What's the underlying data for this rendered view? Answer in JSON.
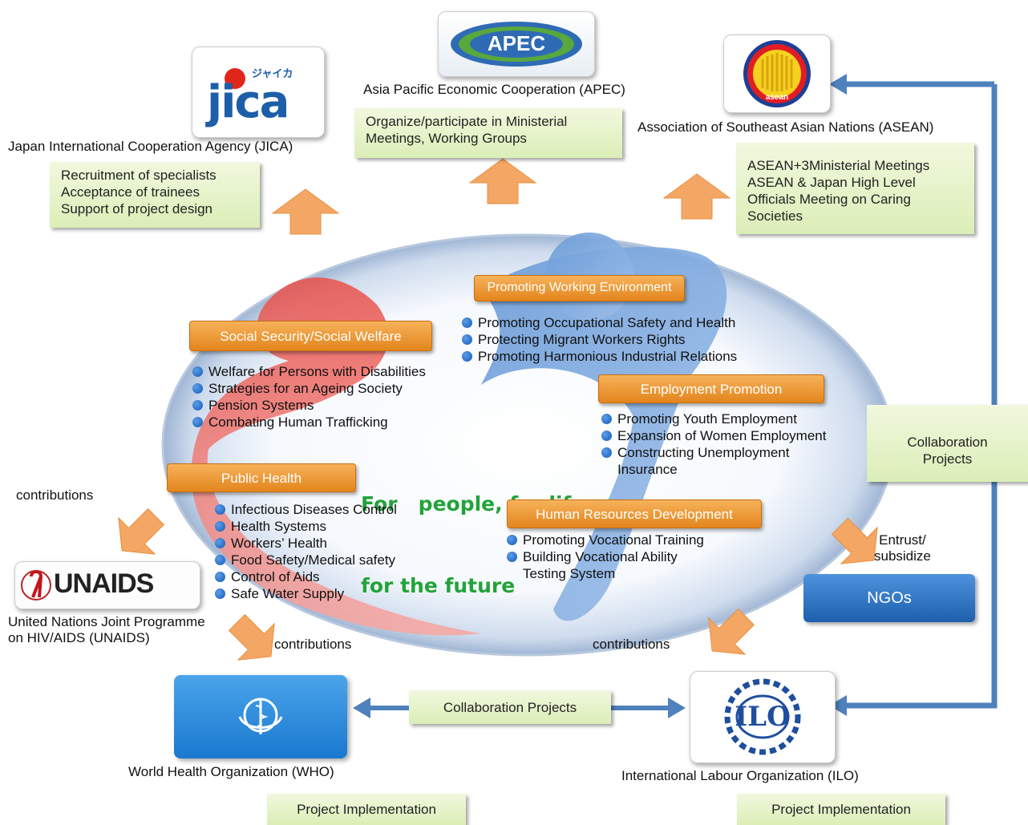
{
  "orgs": {
    "apec": {
      "logo_text": "APEC",
      "name": "Asia Pacific Economic Cooperation (APEC)",
      "activities": [
        "Organize/participate in Ministerial",
        "Meetings, Working Groups"
      ]
    },
    "jica": {
      "logo_text": "jica",
      "logo_kana": "ジャイカ",
      "name": "Japan International Cooperation Agency (JICA)",
      "activities": [
        "Recruitment of specialists",
        "Acceptance of trainees",
        "Support of project design"
      ]
    },
    "asean": {
      "logo_text": "asean",
      "name": "Association of Southeast Asian Nations (ASEAN)",
      "activities": [
        "ASEAN+3Ministerial Meetings",
        "ASEAN & Japan High Level",
        "Officials Meeting on Caring",
        "Societies"
      ]
    },
    "unaids": {
      "logo_text": "UNAIDS",
      "name_line1": "United Nations Joint Programme",
      "name_line2": "on HIV/AIDS (UNAIDS)"
    },
    "who": {
      "name": "World Health Organization (WHO)",
      "project": "Project Implementation"
    },
    "ilo": {
      "logo_text": "ILO",
      "name": "International Labour Organization (ILO)",
      "project": "Project Implementation"
    },
    "ngos": {
      "label": "NGOs"
    }
  },
  "relations": {
    "contributions_unaids": "contributions",
    "contributions_who": "contributions",
    "contributions_ilo": "contributions",
    "entrust_line1": "Entrust/",
    "entrust_line2": "subsidize",
    "collab_right_line1": "Collaboration",
    "collab_right_line2": "Projects",
    "collab_bottom": "Collaboration Projects"
  },
  "center": {
    "slogan_line1": "For   people, for life,",
    "slogan_line2": "for the future",
    "sections": {
      "working_env": {
        "title": "Promoting Working Environment",
        "items": [
          "Promoting Occupational Safety and Health",
          "Protecting Migrant Workers Rights",
          "Promoting   Harmonious  Industrial Relations"
        ]
      },
      "social_security": {
        "title": "Social Security/Social Welfare",
        "items": [
          "Welfare for Persons with Disabilities",
          "Strategies for an Ageing Society",
          "Pension Systems",
          "Combating  Human  Trafficking"
        ]
      },
      "employment": {
        "title": "Employment Promotion",
        "items": [
          "Promoting Youth Employment",
          "Expansion of Women Employment",
          "Constructing Unemployment",
          "Insurance"
        ]
      },
      "public_health": {
        "title": "Public Health",
        "items": [
          "Infectious Diseases Control",
          "Health Systems",
          "Workers’ Health",
          "Food Safety/Medical safety",
          "Control of Aids",
          "Safe Water Supply"
        ]
      },
      "hrd": {
        "title": "Human Resources Development",
        "items": [
          "Promoting Vocational Training",
          "Building Vocational Ability",
          "Testing System"
        ]
      }
    }
  },
  "colors": {
    "arrow_orange": "#f4a764",
    "connector_blue": "#4f81bd",
    "slogan_green": "#22a33a",
    "bullet_blue": "#1b63c6"
  }
}
